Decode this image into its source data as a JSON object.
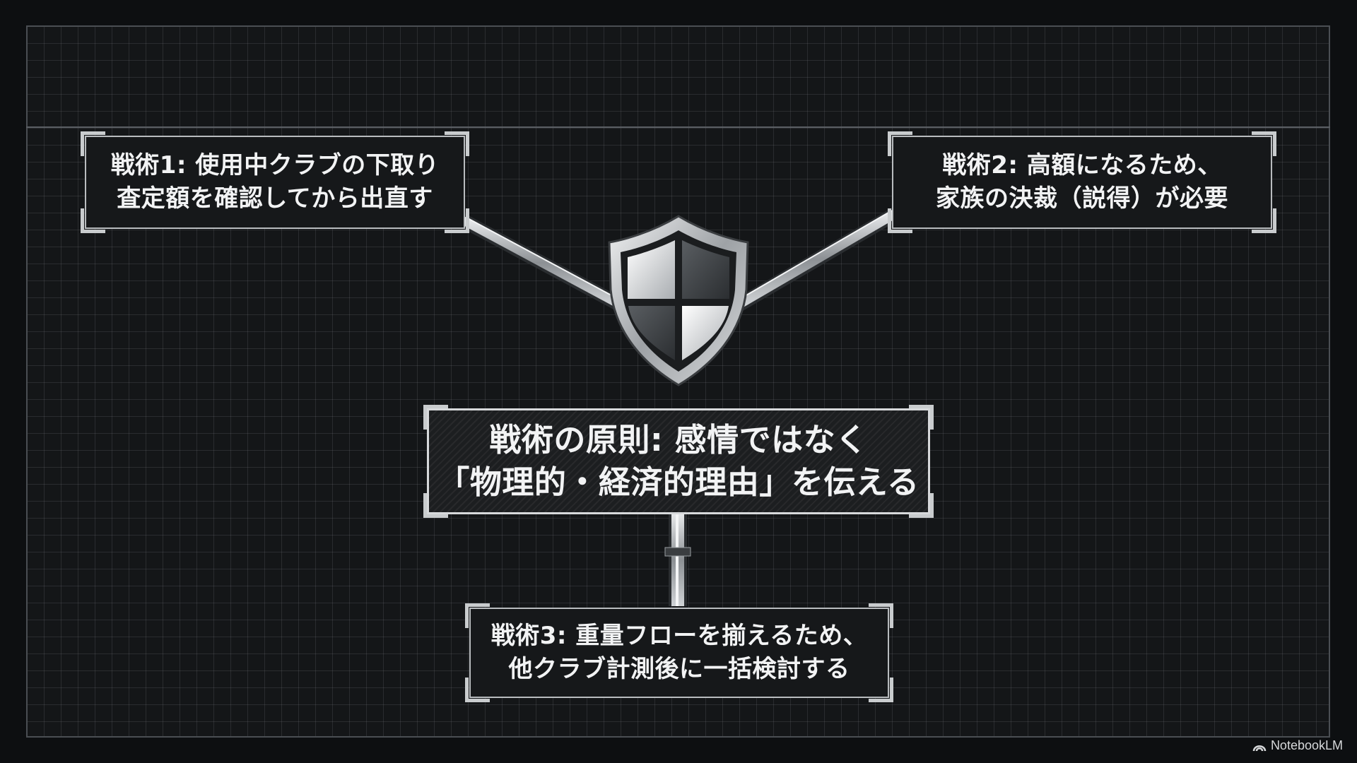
{
  "boxes": {
    "tactic1": {
      "line1": "戦術1: 使用中クラブの下取り",
      "line2": "査定額を確認してから出直す"
    },
    "tactic2": {
      "line1": "戦術2: 高額になるため、",
      "line2": "家族の決裁（説得）が必要"
    },
    "principle": {
      "line1": "戦術の原則: 感情ではなく",
      "line2": "「物理的・経済的理由」を伝える"
    },
    "tactic3": {
      "line1": "戦術3: 重量フローを揃えるため、",
      "line2": "他クラブ計測後に一括検討する"
    }
  },
  "watermark": {
    "label": "NotebookLM"
  },
  "icons": {
    "center": "shield-icon",
    "watermark": "notebooklm-logo-icon"
  },
  "colors": {
    "background": "#0d0f11",
    "grid": "#4a4e53",
    "text": "#f2f3f4",
    "frame": "#c9ccce"
  }
}
